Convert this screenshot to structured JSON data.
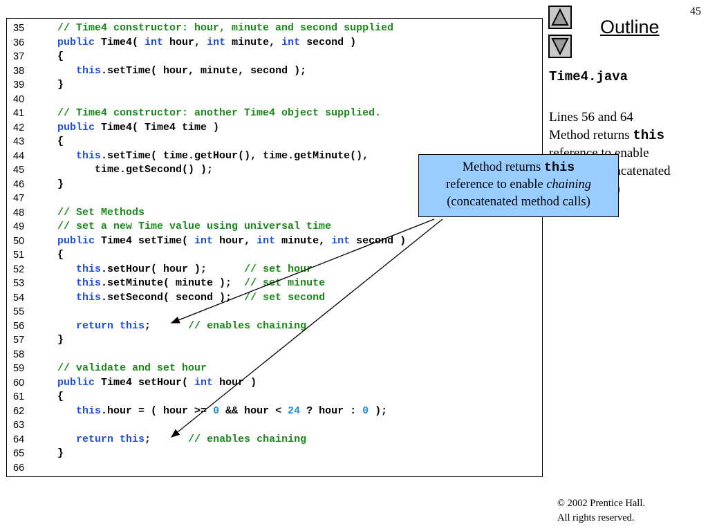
{
  "page": {
    "number": "45"
  },
  "nav": {
    "title": "Outline",
    "up_icon": "triangle-up-icon",
    "down_icon": "triangle-down-icon"
  },
  "sidebar": {
    "filename": "Time4.java",
    "desc_line1": "Lines 56 and 64",
    "desc_line2_text": "Method returns ",
    "desc_line2_code": "this",
    "desc_line3": "reference to enable",
    "desc_line4": "chaining (concatenated",
    "desc_line5": "method calls)"
  },
  "callout": {
    "text_before": "Method returns ",
    "code": "this",
    "text_middle": "reference to enable ",
    "italic": "chaining",
    "text_after": "(concatenated method calls)"
  },
  "footer": {
    "line1": "© 2002 Prentice Hall.",
    "line2": "All rights reserved."
  },
  "code": [
    {
      "num": "35",
      "tokens": [
        [
          "cm",
          "// Time4 constructor: hour, minute and second supplied"
        ]
      ]
    },
    {
      "num": "36",
      "tokens": [
        [
          "kw",
          "public"
        ],
        [
          "pl",
          " Time4( "
        ],
        [
          "kw",
          "int"
        ],
        [
          "pl",
          " hour, "
        ],
        [
          "kw",
          "int"
        ],
        [
          "pl",
          " minute, "
        ],
        [
          "kw",
          "int"
        ],
        [
          "pl",
          " second )"
        ]
      ]
    },
    {
      "num": "37",
      "tokens": [
        [
          "pl",
          "{"
        ]
      ]
    },
    {
      "num": "38",
      "tokens": [
        [
          "pl",
          "   "
        ],
        [
          "kw",
          "this"
        ],
        [
          "pl",
          ".setTime( hour, minute, second );"
        ]
      ]
    },
    {
      "num": "39",
      "tokens": [
        [
          "pl",
          "}"
        ]
      ]
    },
    {
      "num": "40",
      "tokens": []
    },
    {
      "num": "41",
      "tokens": [
        [
          "cm",
          "// Time4 constructor: another Time4 object supplied."
        ]
      ]
    },
    {
      "num": "42",
      "tokens": [
        [
          "kw",
          "public"
        ],
        [
          "pl",
          " Time4( Time4 time )"
        ]
      ]
    },
    {
      "num": "43",
      "tokens": [
        [
          "pl",
          "{"
        ]
      ]
    },
    {
      "num": "44",
      "tokens": [
        [
          "pl",
          "   "
        ],
        [
          "kw",
          "this"
        ],
        [
          "pl",
          ".setTime( time.getHour(), time.getMinute(),"
        ]
      ]
    },
    {
      "num": "45",
      "tokens": [
        [
          "pl",
          "      time.getSecond() );"
        ]
      ]
    },
    {
      "num": "46",
      "tokens": [
        [
          "pl",
          "}"
        ]
      ]
    },
    {
      "num": "47",
      "tokens": []
    },
    {
      "num": "48",
      "tokens": [
        [
          "cm",
          "// Set Methods"
        ]
      ]
    },
    {
      "num": "49",
      "tokens": [
        [
          "cm",
          "// set a new Time value using universal time"
        ]
      ]
    },
    {
      "num": "50",
      "tokens": [
        [
          "kw",
          "public"
        ],
        [
          "pl",
          " Time4 setTime( "
        ],
        [
          "kw",
          "int"
        ],
        [
          "pl",
          " hour, "
        ],
        [
          "kw",
          "int"
        ],
        [
          "pl",
          " minute, "
        ],
        [
          "kw",
          "int"
        ],
        [
          "pl",
          " second )"
        ]
      ]
    },
    {
      "num": "51",
      "tokens": [
        [
          "pl",
          "{"
        ]
      ]
    },
    {
      "num": "52",
      "tokens": [
        [
          "pl",
          "   "
        ],
        [
          "kw",
          "this"
        ],
        [
          "pl",
          ".setHour( hour );      "
        ],
        [
          "cm",
          "// set hour"
        ]
      ]
    },
    {
      "num": "53",
      "tokens": [
        [
          "pl",
          "   "
        ],
        [
          "kw",
          "this"
        ],
        [
          "pl",
          ".setMinute( minute );  "
        ],
        [
          "cm",
          "// set minute"
        ]
      ]
    },
    {
      "num": "54",
      "tokens": [
        [
          "pl",
          "   "
        ],
        [
          "kw",
          "this"
        ],
        [
          "pl",
          ".setSecond( second );  "
        ],
        [
          "cm",
          "// set second"
        ]
      ]
    },
    {
      "num": "55",
      "tokens": []
    },
    {
      "num": "56",
      "tokens": [
        [
          "pl",
          "   "
        ],
        [
          "kw",
          "return this"
        ],
        [
          "pl",
          ";      "
        ],
        [
          "cm",
          "// enables chaining"
        ]
      ]
    },
    {
      "num": "57",
      "tokens": [
        [
          "pl",
          "}"
        ]
      ]
    },
    {
      "num": "58",
      "tokens": []
    },
    {
      "num": "59",
      "tokens": [
        [
          "cm",
          "// validate and set hour"
        ]
      ]
    },
    {
      "num": "60",
      "tokens": [
        [
          "kw",
          "public"
        ],
        [
          "pl",
          " Time4 setHour( "
        ],
        [
          "kw",
          "int"
        ],
        [
          "pl",
          " hour )"
        ]
      ]
    },
    {
      "num": "61",
      "tokens": [
        [
          "pl",
          "{"
        ]
      ]
    },
    {
      "num": "62",
      "tokens": [
        [
          "pl",
          "   "
        ],
        [
          "kw",
          "this"
        ],
        [
          "pl",
          ".hour = ( hour >= "
        ],
        [
          "num",
          "0"
        ],
        [
          "pl",
          " && hour < "
        ],
        [
          "num",
          "24"
        ],
        [
          "pl",
          " ? hour : "
        ],
        [
          "num",
          "0"
        ],
        [
          "pl",
          " );"
        ]
      ]
    },
    {
      "num": "63",
      "tokens": []
    },
    {
      "num": "64",
      "tokens": [
        [
          "pl",
          "   "
        ],
        [
          "kw",
          "return this"
        ],
        [
          "pl",
          ";      "
        ],
        [
          "cm",
          "// enables chaining"
        ]
      ]
    },
    {
      "num": "65",
      "tokens": [
        [
          "pl",
          "}"
        ]
      ]
    },
    {
      "num": "66",
      "tokens": []
    }
  ]
}
